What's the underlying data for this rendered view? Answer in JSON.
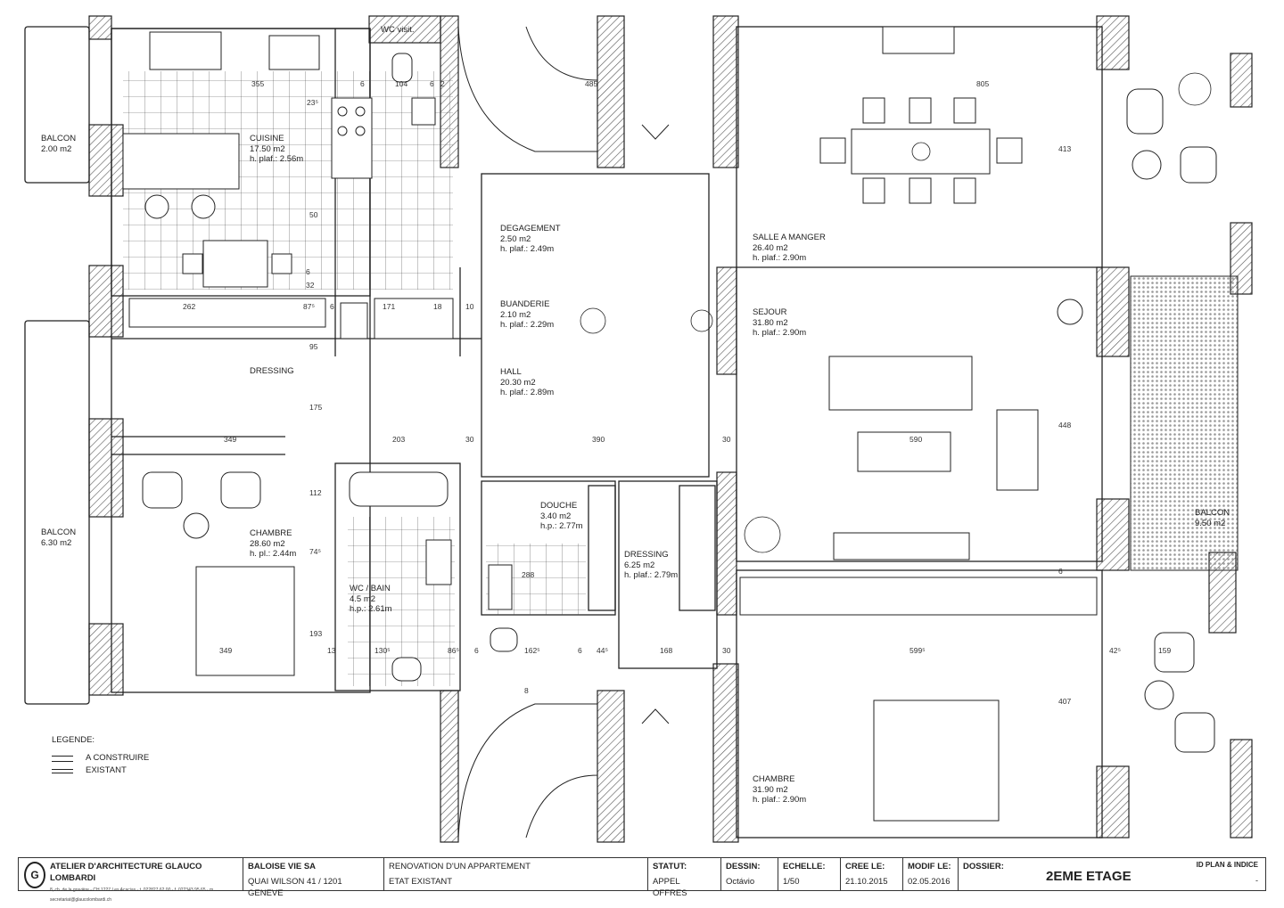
{
  "rooms": {
    "balcon_top": "BALCON\n2.00 m2",
    "cuisine": "CUISINE\n17.50 m2\nh. plaf.: 2.56m",
    "wc_visit": "WC visit.",
    "degagement": "DEGAGEMENT\n2.50 m2\nh. plaf.: 2.49m",
    "buanderie": "BUANDERIE\n2.10 m2\nh. plaf.: 2.29m",
    "hall": "HALL\n20.30 m2\nh. plaf.: 2.89m",
    "salle_a_manger": "SALLE A MANGER\n26.40 m2\nh. plaf.: 2.90m",
    "sejour": "SEJOUR\n31.80 m2\nh. plaf.: 2.90m",
    "dressing_left": "DRESSING",
    "balcon_left": "BALCON\n6.30 m2",
    "chambre_left": "CHAMBRE\n28.60 m2\nh. pl.: 2.44m",
    "douche": "DOUCHE\n3.40 m2\nh.p.: 2.77m",
    "dressing_mid": "DRESSING\n6.25 m2\nh. plaf.: 2.79m",
    "wc_bain": "WC / BAIN\n4.5 m2\nh.p.: 2.61m",
    "balcon_right": "BALCON\n9.50 m2",
    "chambre_right": "CHAMBRE\n31.90 m2\nh. plaf.: 2.90m"
  },
  "dimensions": {
    "d355": "355",
    "d6a": "6",
    "d104": "104",
    "d6b": "6",
    "d2": "2",
    "d485": "485",
    "d805": "805",
    "d23": "23⁵",
    "d50": "50",
    "d6c": "6",
    "d32": "32",
    "d413": "413",
    "d262": "262",
    "d87": "87⁵",
    "d6d": "6",
    "d171": "171",
    "d18": "18",
    "d10": "10",
    "d95": "95",
    "d175": "175",
    "d349a": "349",
    "d203": "203",
    "d30a": "30",
    "d390": "390",
    "d30b": "30",
    "d590": "590",
    "d448": "448",
    "d112": "112",
    "d74": "74⁵",
    "d288": "288",
    "d349b": "349",
    "d193": "193",
    "d13": "13",
    "d130": "130⁵",
    "d86": "86⁵",
    "d6e": "6",
    "d162": "162⁵",
    "d6f": "6",
    "d44": "44⁵",
    "d168": "168",
    "d30c": "30",
    "d599": "599⁵",
    "d42": "42⁵",
    "d159": "159",
    "d407": "407",
    "d6g": "6",
    "d8": "8"
  },
  "legend": {
    "title": "LEGENDE:",
    "new": "A CONSTRUIRE",
    "existing": "EXISTANT"
  },
  "title_block": {
    "logo": "G",
    "architect": "ATELIER D'ARCHITECTURE GLAUCO LOMBARDI",
    "architect_addr": "8, ch. de la gravière - CH 1227 Les Acacias · t. 022827 62 00 · f. 022343 95 65 · m. secretariat@glaucolombardi.ch",
    "client": "BALOISE VIE SA",
    "client_addr": "QUAI WILSON 41 / 1201 GENEVE",
    "project": "RENOVATION D'UN APPARTEMENT",
    "project_sub": "ETAT EXISTANT",
    "statut_label": "STATUT:",
    "statut": "APPEL OFFRES",
    "dessin_label": "DESSIN:",
    "dessin": "Octávio",
    "echelle_label": "ECHELLE:",
    "echelle": "1/50",
    "cree_label": "CREE LE:",
    "cree": "21.10.2015",
    "modif_label": "MODIF LE:",
    "modif": "02.05.2016",
    "dossier_label": "DOSSIER:",
    "floor": "2EME ETAGE",
    "id_label": "ID PLAN & INDICE",
    "id_value": "-"
  }
}
